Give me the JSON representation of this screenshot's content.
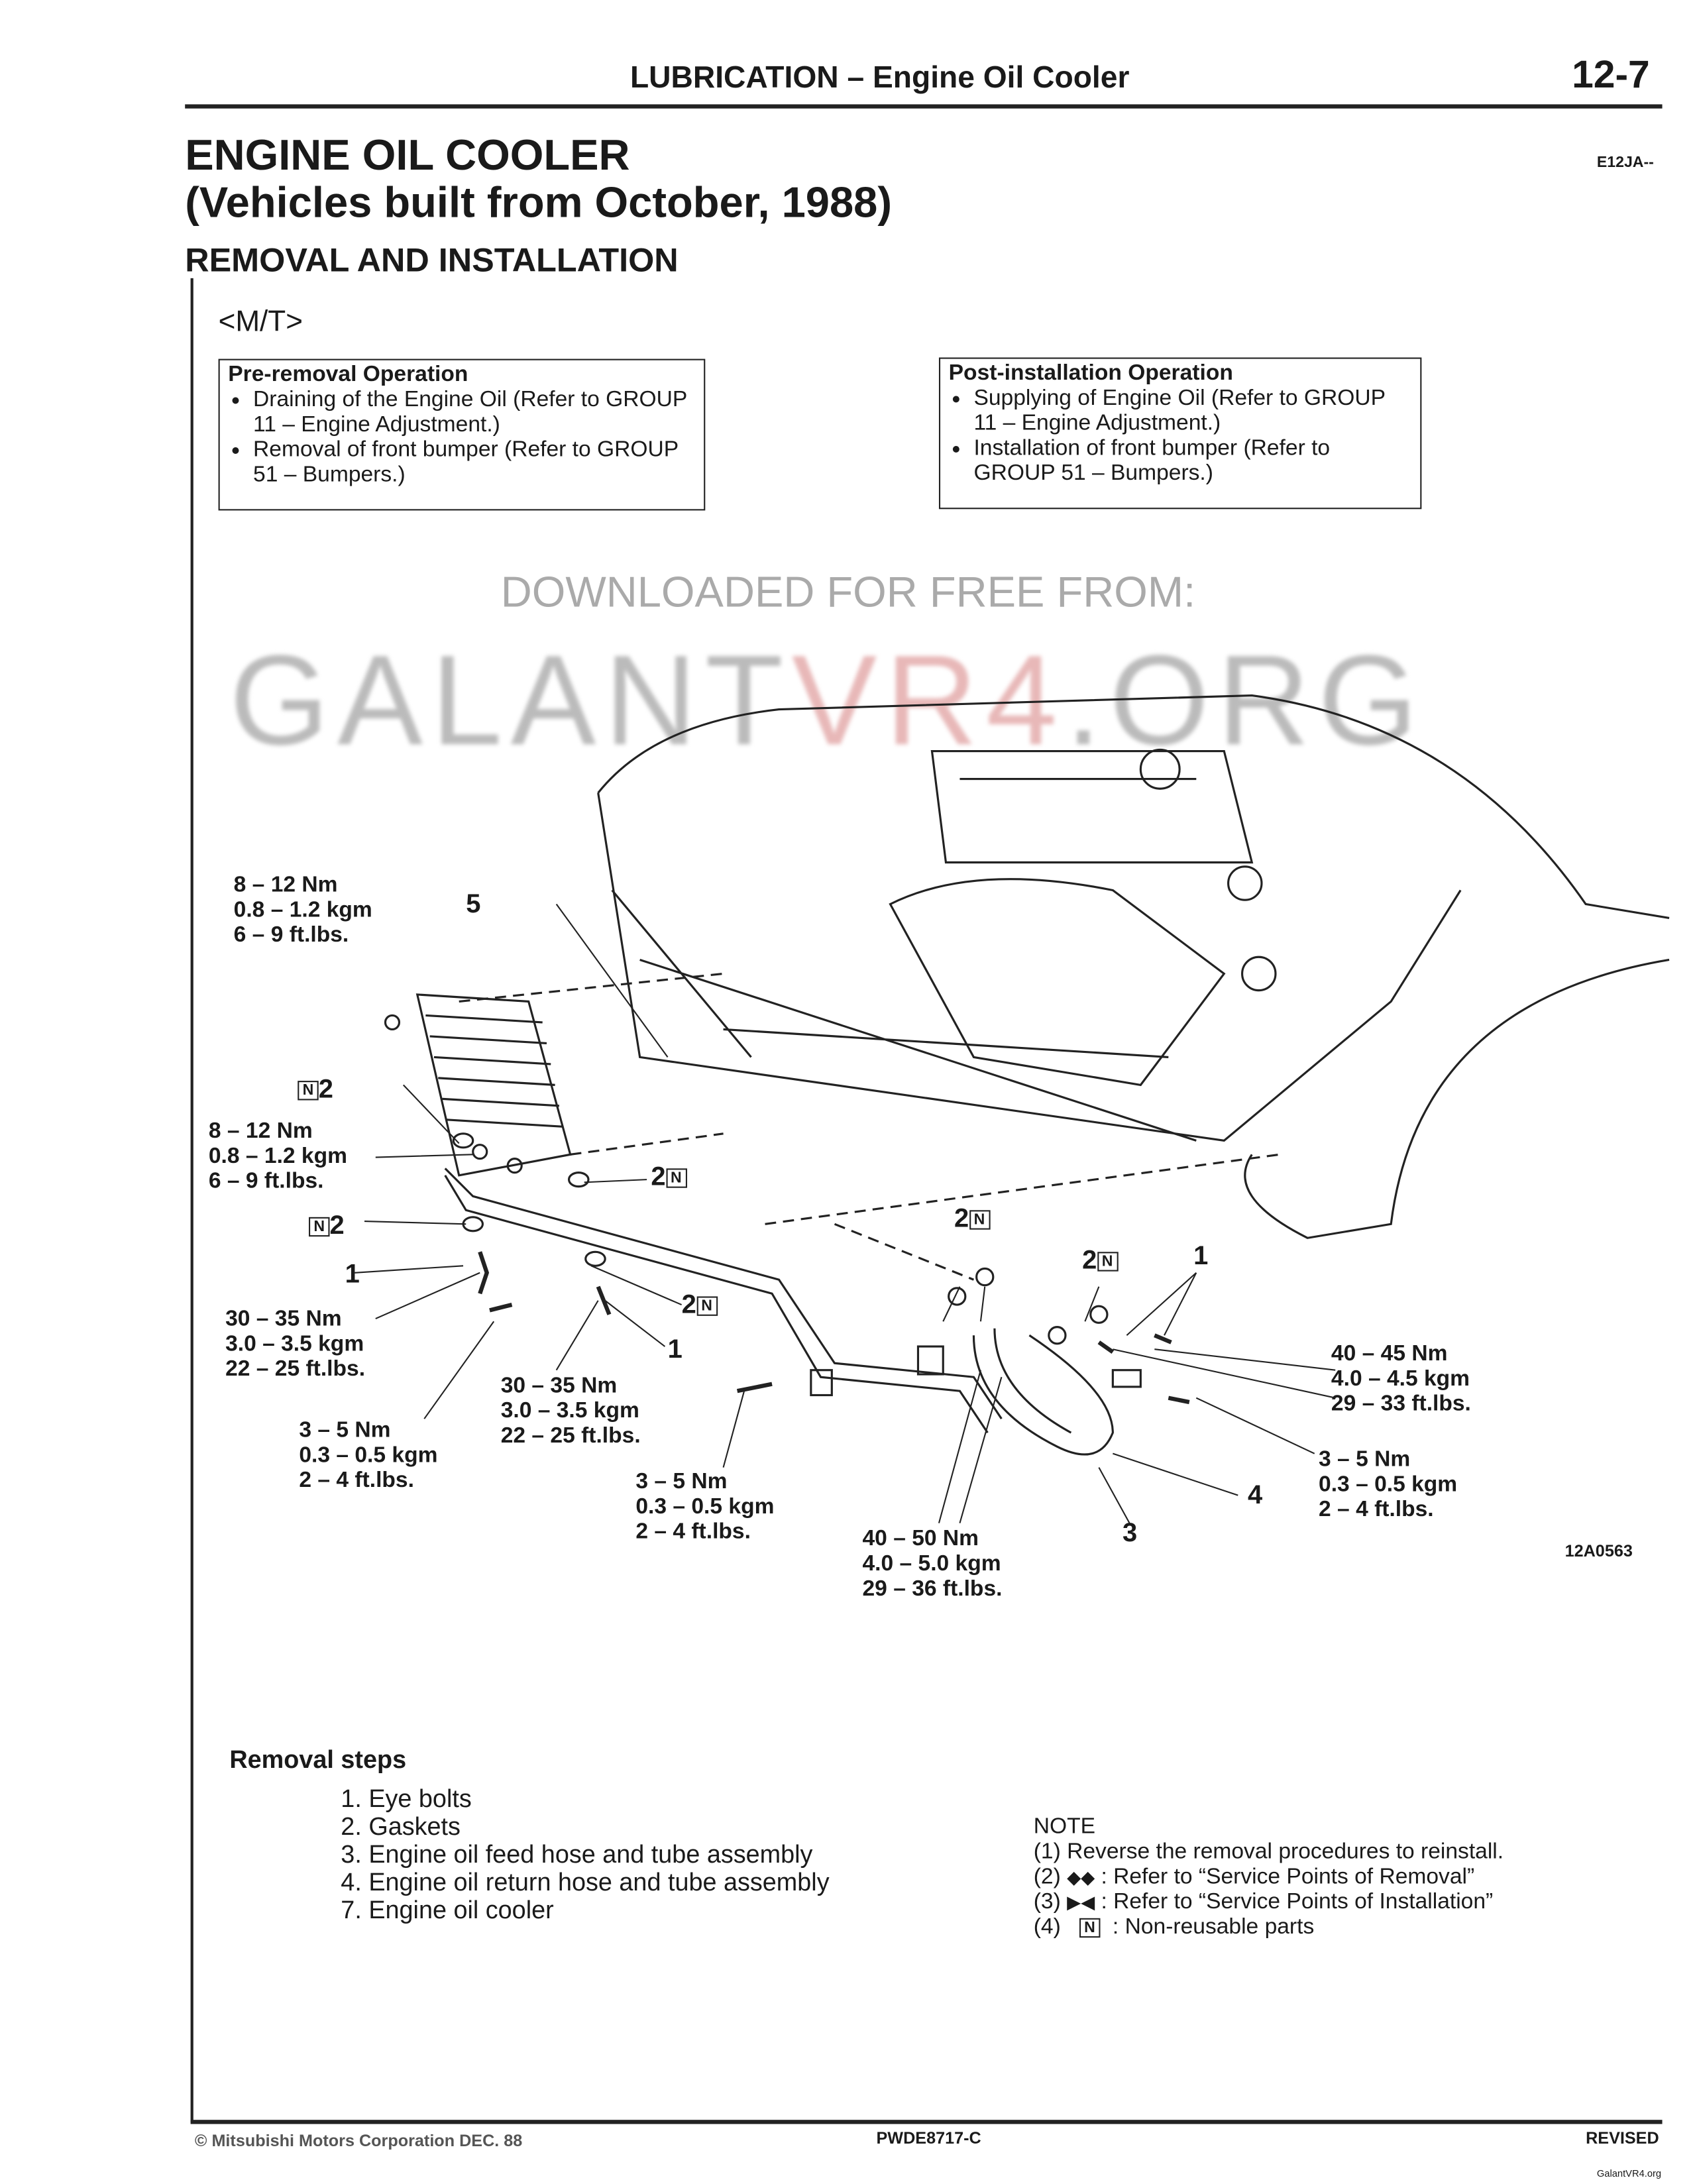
{
  "header": {
    "section": "LUBRICATION – Engine Oil Cooler",
    "page": "12-7"
  },
  "title": {
    "line1": "ENGINE OIL COOLER",
    "line2": "(Vehicles built from October, 1988)",
    "code": "E12JA--",
    "subtitle": "REMOVAL AND INSTALLATION",
    "variant": "<M/T>"
  },
  "pre_removal": {
    "heading": "Pre-removal Operation",
    "items": [
      "Draining of the Engine Oil (Refer to GROUP 11 – Engine Adjustment.)",
      "Removal of front bumper (Refer to GROUP 51 – Bumpers.)"
    ]
  },
  "post_installation": {
    "heading": "Post-installation Operation",
    "items": [
      "Supplying of Engine Oil (Refer to GROUP 11 – Engine Adjustment.)",
      "Installation of front bumper (Refer to GROUP 51 – Bumpers.)"
    ]
  },
  "watermark": {
    "line1": "DOWNLOADED FOR FREE FROM:",
    "brand_a": "GALANT",
    "brand_b": "VR4",
    "brand_c": ".ORG"
  },
  "diagram": {
    "figure_code": "12A0563",
    "torques": [
      [
        "8 – 12 Nm",
        "0.8 – 1.2 kgm",
        "6 – 9 ft.lbs."
      ],
      [
        "8 – 12 Nm",
        "0.8 – 1.2 kgm",
        "6 – 9 ft.lbs."
      ],
      [
        "30 – 35 Nm",
        "3.0 – 3.5 kgm",
        "22 – 25 ft.lbs."
      ],
      [
        "30 – 35 Nm",
        "3.0 – 3.5 kgm",
        "22 – 25 ft.lbs."
      ],
      [
        "3 – 5 Nm",
        "0.3 – 0.5 kgm",
        "2 – 4 ft.lbs."
      ],
      [
        "3 – 5 Nm",
        "0.3 – 0.5 kgm",
        "2 – 4 ft.lbs."
      ],
      [
        "40 – 50 Nm",
        "4.0 – 5.0 kgm",
        "29 – 36 ft.lbs."
      ],
      [
        "40 – 45 Nm",
        "4.0 – 4.5 kgm",
        "29 – 33 ft.lbs."
      ],
      [
        "3 – 5 Nm",
        "0.3 – 0.5 kgm",
        "2 – 4 ft.lbs."
      ]
    ],
    "callouts": {
      "n5": "5",
      "n2": "2",
      "n1": "1",
      "n3": "3",
      "n4": "4",
      "n_badge": "N"
    }
  },
  "removal": {
    "heading": "Removal steps",
    "steps": [
      "1. Eye bolts",
      "2. Gaskets",
      "3. Engine oil feed hose and tube assembly",
      "4. Engine oil return hose and tube assembly",
      "7. Engine oil cooler"
    ]
  },
  "note": {
    "heading": "NOTE",
    "items": [
      [
        "(1)",
        "",
        "Reverse the removal procedures to reinstall."
      ],
      [
        "(2)",
        ": ",
        "Refer to “Service Points of Removal”"
      ],
      [
        "(3)",
        ": ",
        "Refer to “Service Points of Installation”"
      ],
      [
        "(4)",
        ": ",
        "Non-reusable parts"
      ]
    ]
  },
  "footer": {
    "left": "© Mitsubishi Motors Corporation   DEC. 88",
    "center": "PWDE8717-C",
    "right": "REVISED",
    "site": "GalantVR4.org"
  }
}
